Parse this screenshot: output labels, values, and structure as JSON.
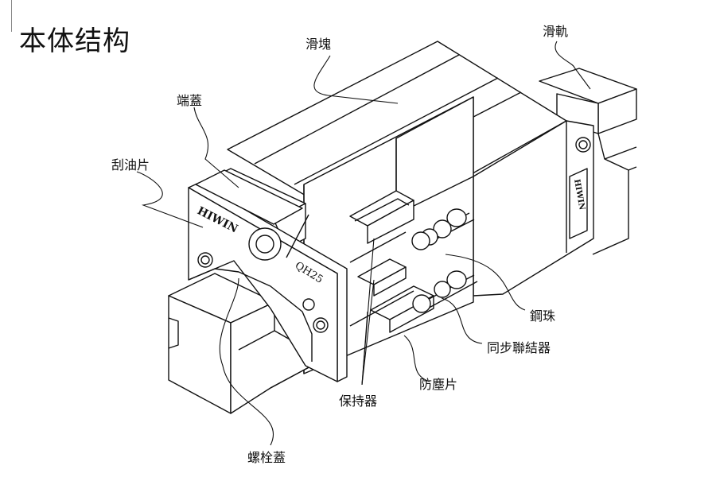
{
  "title": "本体结构",
  "labels": {
    "slider_block": "滑塊",
    "rail": "滑軌",
    "end_cap": "端蓋",
    "scraper": "刮油片",
    "steel_ball": "鋼珠",
    "sync_connector": "同步聯結器",
    "dust_seal": "防塵片",
    "retainer": "保持器",
    "bolt_cap": "螺栓蓋"
  },
  "markings": {
    "brand": "HIWIN",
    "model": "QH25"
  }
}
